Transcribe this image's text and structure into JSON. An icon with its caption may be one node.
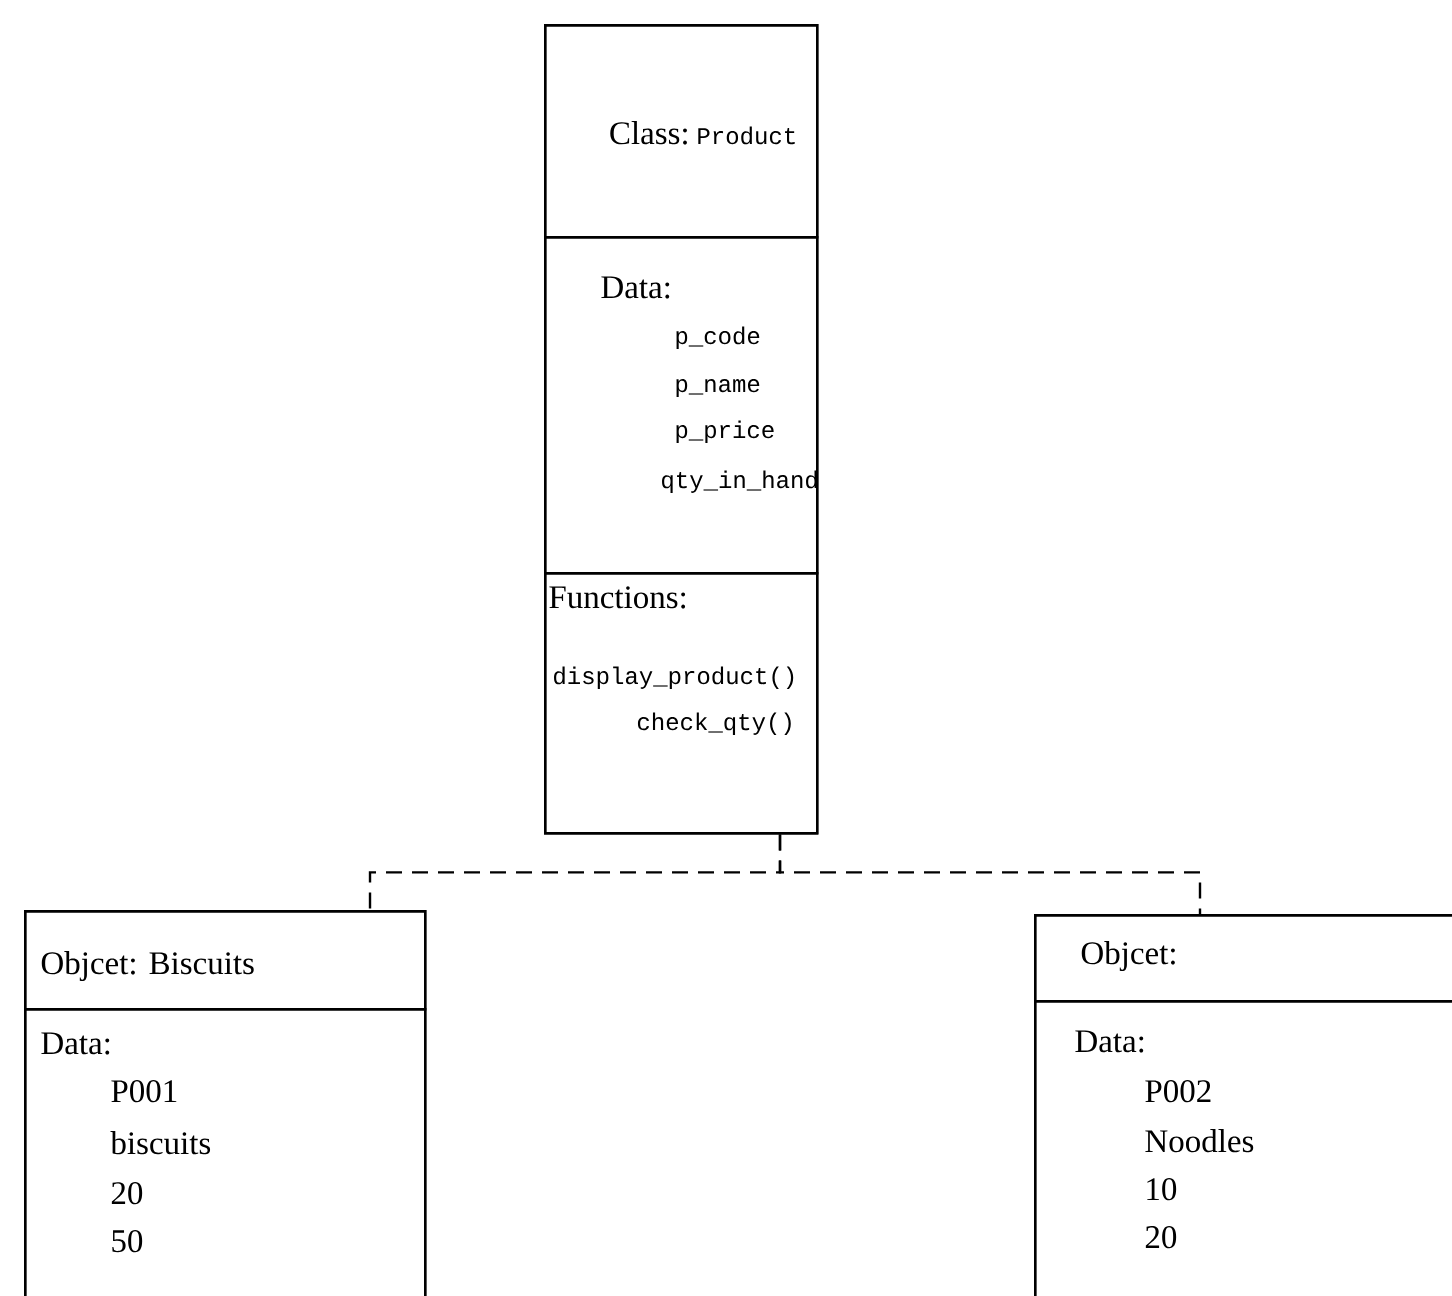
{
  "diagram": {
    "nodes": [
      {
        "text": [],
        "shape": "box"
      },
      {
        "text": [
          "Class:",
          "Product"
        ],
        "in": 0
      },
      {
        "text": [
          "Data:",
          "p_code",
          "p_name",
          "p_price",
          "qty_in_hand"
        ],
        "in": 0
      },
      {
        "text": [
          "Functions:",
          "display_product()",
          "check_qty()"
        ],
        "in": 0
      },
      {
        "text": [],
        "shape": "box"
      },
      {
        "text": [
          "Objcet: Biscuits"
        ],
        "in": 4
      },
      {
        "text": [
          "Data:",
          "P001",
          "biscuits",
          "20",
          "50"
        ],
        "in": 4
      },
      {
        "text": [],
        "shape": "box"
      },
      {
        "text": [
          "Objcet:"
        ],
        "in": 7
      },
      {
        "text": [
          "Data:",
          "P002",
          "Noodles",
          "10",
          "20"
        ],
        "in": 7
      }
    ],
    "edges": [
      {
        "from": 0,
        "to": 4,
        "arrow": "none",
        "style": "dashed"
      },
      {
        "from": 0,
        "to": 7,
        "arrow": "none",
        "style": "dashed"
      }
    ]
  }
}
